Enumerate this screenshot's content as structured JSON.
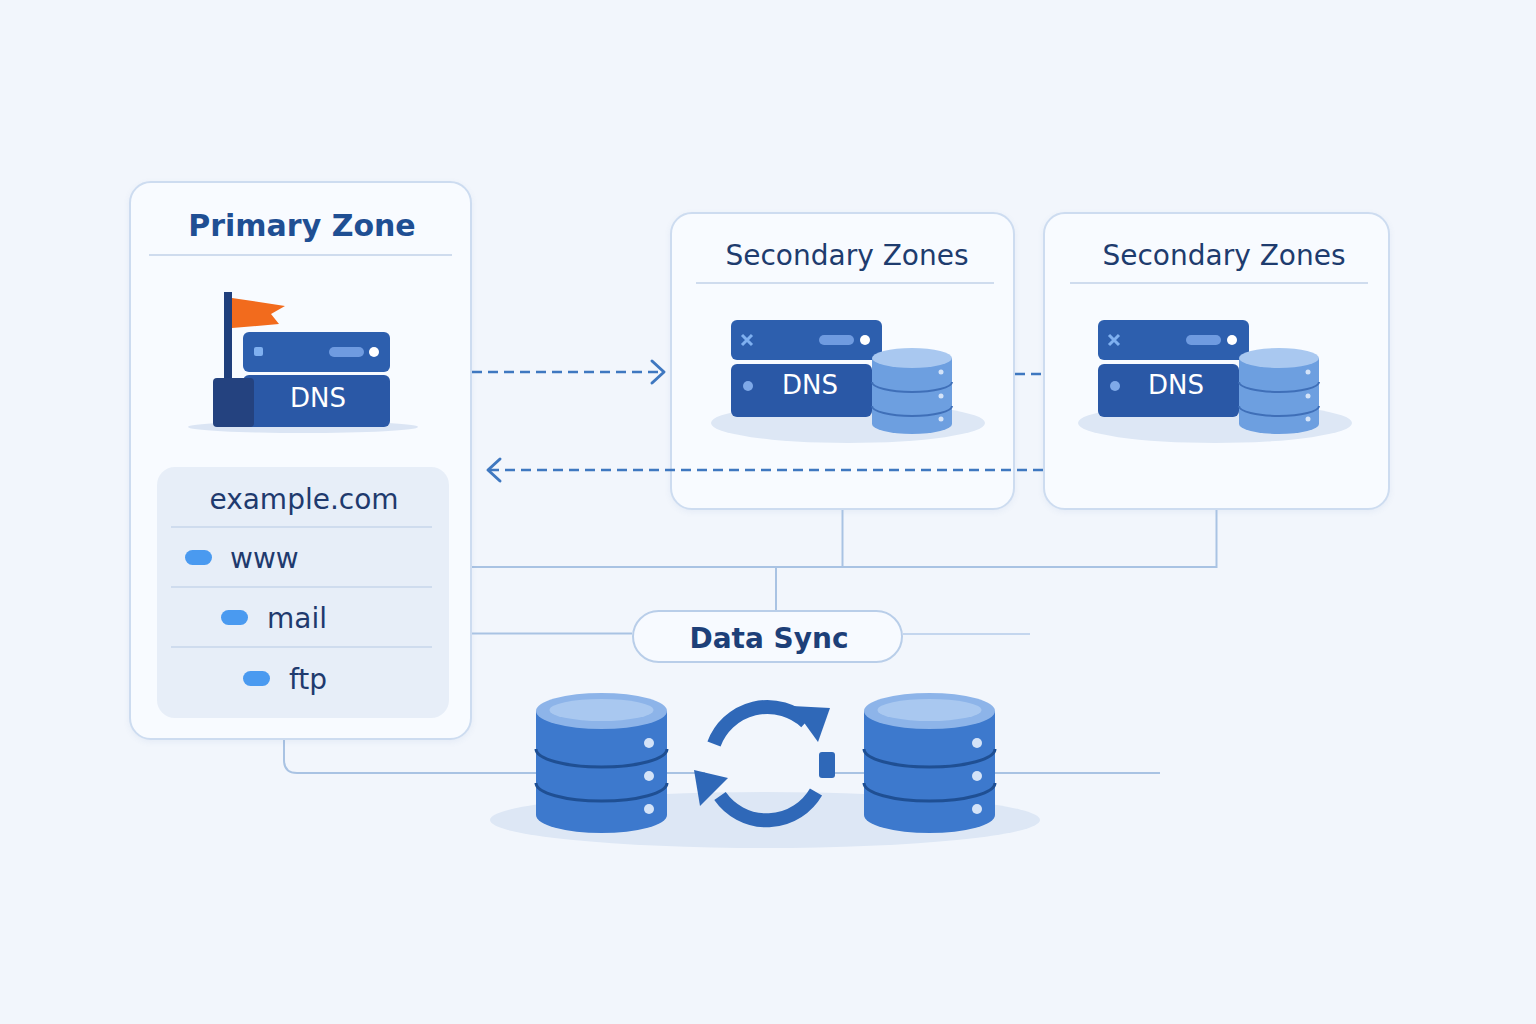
{
  "diagram": {
    "nodes": [
      {
        "text": [
          "Primary Zone"
        ]
      },
      {
        "text": [
          "DNS"
        ],
        "in": 0
      },
      {
        "text": [
          "example.com",
          "www",
          "mail",
          "ftp"
        ],
        "in": 0
      },
      {
        "text": [
          "Secondary Zones"
        ]
      },
      {
        "text": [
          "DNS"
        ],
        "in": 3
      },
      {
        "text": [
          "Secondary Zones"
        ]
      },
      {
        "text": [
          "DNS"
        ],
        "in": 5
      },
      {
        "text": [
          "Data Sync"
        ]
      }
    ],
    "edges": [
      {
        "from": 0,
        "to": 3,
        "arrow": "to"
      },
      {
        "from": 3,
        "to": 5,
        "arrow": "none"
      },
      {
        "from": 5,
        "to": 0,
        "arrow": "to"
      },
      {
        "from": 3,
        "to": 7,
        "arrow": "none"
      },
      {
        "from": 5,
        "to": 7,
        "arrow": "none"
      },
      {
        "from": 0,
        "to": 7,
        "arrow": "none"
      }
    ]
  }
}
